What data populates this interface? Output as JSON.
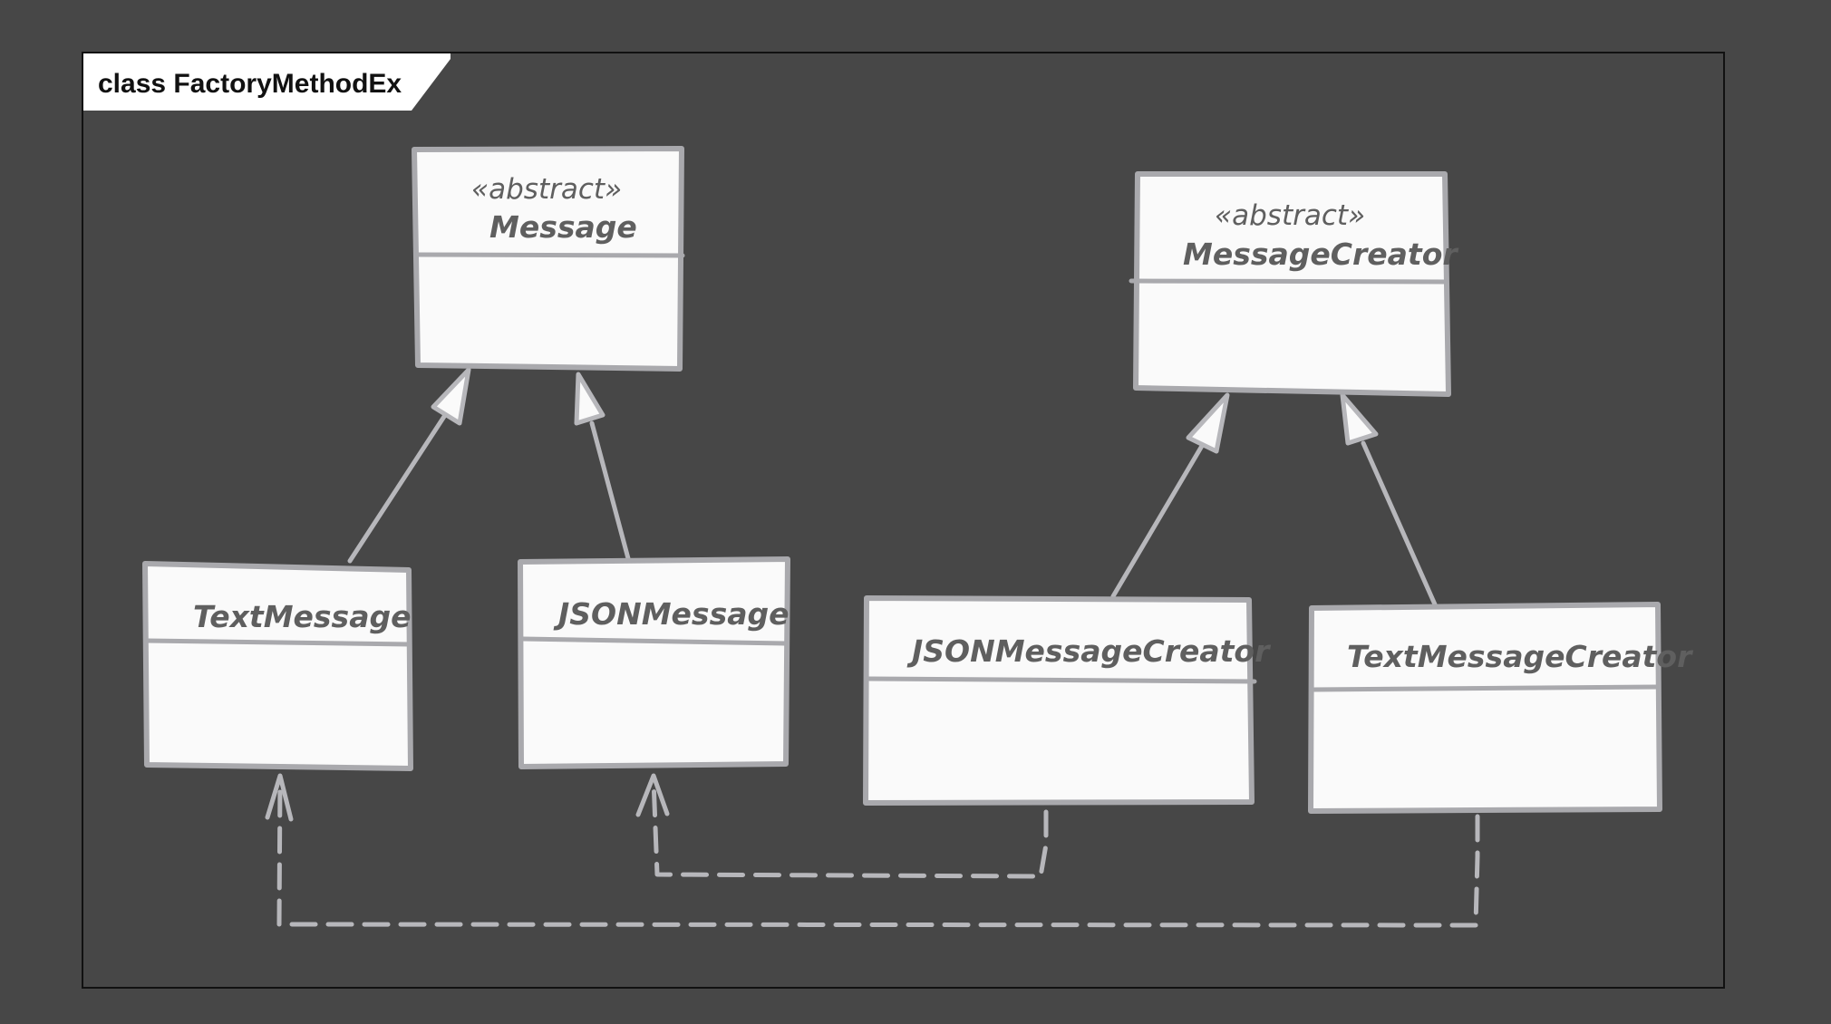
{
  "diagram": {
    "frame_title": "class FactoryMethodEx"
  },
  "classes": {
    "message": {
      "stereotype": "«abstract»",
      "name": "Message"
    },
    "message_creator": {
      "stereotype": "«abstract»",
      "name": "MessageCreator"
    },
    "text_message": {
      "name": "TextMessage"
    },
    "json_message": {
      "name": "JSONMessage"
    },
    "json_message_creator": {
      "name": "JSONMessageCreator"
    },
    "text_message_creator": {
      "name": "TextMessageCreator"
    }
  },
  "relationships": [
    {
      "type": "generalization",
      "from": "TextMessage",
      "to": "Message"
    },
    {
      "type": "generalization",
      "from": "JSONMessage",
      "to": "Message"
    },
    {
      "type": "generalization",
      "from": "JSONMessageCreator",
      "to": "MessageCreator"
    },
    {
      "type": "generalization",
      "from": "TextMessageCreator",
      "to": "MessageCreator"
    },
    {
      "type": "dependency",
      "from": "JSONMessageCreator",
      "to": "JSONMessage"
    },
    {
      "type": "dependency",
      "from": "TextMessageCreator",
      "to": "TextMessage"
    }
  ],
  "colors": {
    "background": "#474747",
    "box_fill": "#fafafa",
    "line": "#b7b7bb",
    "text": "#5f5f5f"
  }
}
